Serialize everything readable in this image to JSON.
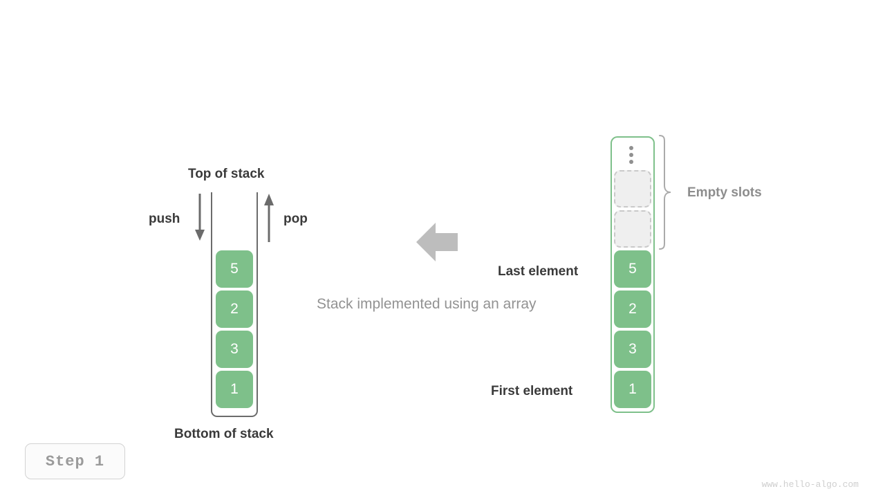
{
  "diagram": {
    "caption": "Stack implemented using an array",
    "step_badge": "Step 1",
    "watermark": "www.hello-algo.com",
    "accent_green": "#7ec08a",
    "label_dark": "#3a3a3a",
    "label_gray": "#8d8d8d",
    "arrow_gray": "#6b6b6b",
    "flow_arrow_gray": "#bdbdbd"
  },
  "stack": {
    "top_label": "Top of stack",
    "bottom_label": "Bottom of stack",
    "push_label": "push",
    "pop_label": "pop",
    "values": [
      "5",
      "2",
      "3",
      "1"
    ]
  },
  "array": {
    "empty_slots_label": "Empty slots",
    "last_element_label": "Last element",
    "first_element_label": "First element",
    "ellipsis_icon": "vertical-ellipsis",
    "empty_slot_count": 2,
    "values": [
      "5",
      "2",
      "3",
      "1"
    ]
  }
}
